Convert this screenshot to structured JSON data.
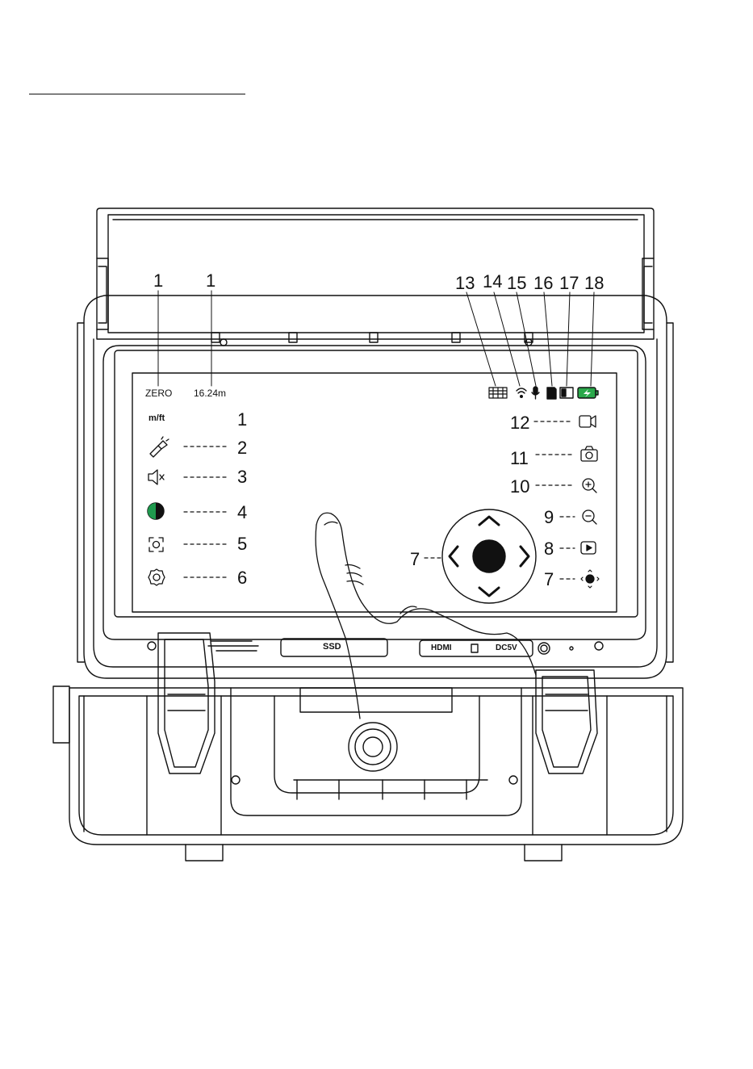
{
  "screen": {
    "zero_label": "ZERO",
    "distance": "16.24m",
    "unit_toggle": "m/ft",
    "port_ssd": "SSD",
    "port_hdmi": "HDMI",
    "port_dc": "DC5V",
    "accent_green": "#1f9a4e",
    "battery_green": "#2aa84a"
  },
  "callouts": {
    "top_zero": "1",
    "top_distance": "1",
    "c13": "13",
    "c14": "14",
    "c15": "15",
    "c16": "16",
    "c17": "17",
    "c18": "18",
    "left_1": "1",
    "left_2": "2",
    "left_3": "3",
    "left_4": "4",
    "left_5": "5",
    "left_6": "6",
    "right_12": "12",
    "right_11": "11",
    "right_10": "10",
    "right_9": "9",
    "right_8": "8",
    "right_7": "7",
    "joystick_7": "7"
  },
  "icons": {
    "top_status": [
      "grid-icon",
      "wifi-icon",
      "microphone-icon",
      "sd-card-icon",
      "storage-icon",
      "battery-charging-icon"
    ],
    "left_menu": [
      "unit-toggle",
      "flashlight-icon",
      "mute-icon",
      "contrast-icon",
      "focus-icon",
      "gear-icon"
    ],
    "right_menu": [
      "video-record-icon",
      "camera-icon",
      "zoom-in-icon",
      "zoom-out-icon",
      "playback-icon",
      "joystick-icon"
    ]
  }
}
